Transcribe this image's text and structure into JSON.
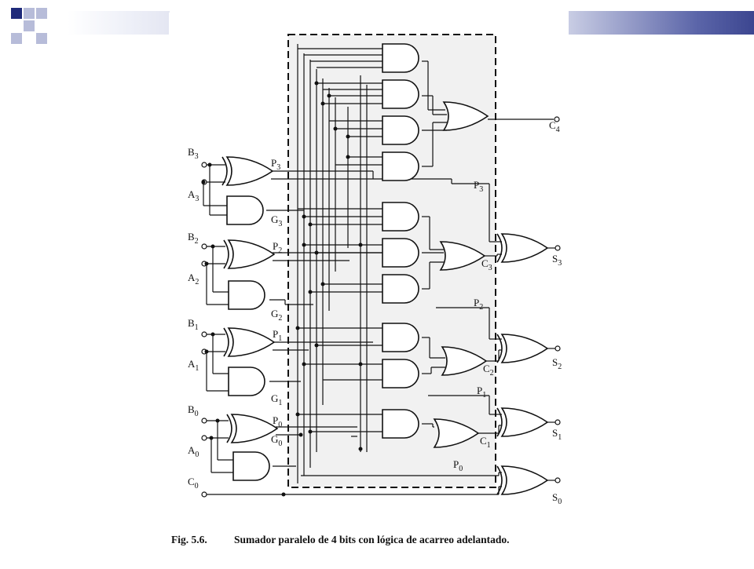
{
  "slide": {
    "accent_dark": "#1f2a7a",
    "accent_light": "#b7bcd9"
  },
  "figure": {
    "caption_number": "Fig. 5.6.",
    "caption_text": "Sumador paralelo de 4 bits con lógica de acarreo adelantado.",
    "inputs": [
      {
        "letter": "B",
        "sub": "3"
      },
      {
        "letter": "A",
        "sub": "3"
      },
      {
        "letter": "B",
        "sub": "2"
      },
      {
        "letter": "A",
        "sub": "2"
      },
      {
        "letter": "B",
        "sub": "1"
      },
      {
        "letter": "A",
        "sub": "1"
      },
      {
        "letter": "B",
        "sub": "0"
      },
      {
        "letter": "A",
        "sub": "0"
      },
      {
        "letter": "C",
        "sub": "0"
      }
    ],
    "propagate_labels": [
      {
        "letter": "P",
        "sub": "3"
      },
      {
        "letter": "P",
        "sub": "2"
      },
      {
        "letter": "P",
        "sub": "1"
      },
      {
        "letter": "P",
        "sub": "0"
      }
    ],
    "generate_labels": [
      {
        "letter": "G",
        "sub": "3"
      },
      {
        "letter": "G",
        "sub": "2"
      },
      {
        "letter": "G",
        "sub": "1"
      },
      {
        "letter": "G",
        "sub": "0"
      }
    ],
    "carry_labels": [
      {
        "letter": "C",
        "sub": "4"
      },
      {
        "letter": "C",
        "sub": "3"
      },
      {
        "letter": "C",
        "sub": "2"
      },
      {
        "letter": "C",
        "sub": "1"
      }
    ],
    "p_right_labels": [
      {
        "letter": "P",
        "sub": "3"
      },
      {
        "letter": "P",
        "sub": "2"
      },
      {
        "letter": "P",
        "sub": "1"
      },
      {
        "letter": "P",
        "sub": "0"
      }
    ],
    "sum_labels": [
      {
        "letter": "S",
        "sub": "3"
      },
      {
        "letter": "S",
        "sub": "2"
      },
      {
        "letter": "S",
        "sub": "1"
      },
      {
        "letter": "S",
        "sub": "0"
      }
    ]
  }
}
